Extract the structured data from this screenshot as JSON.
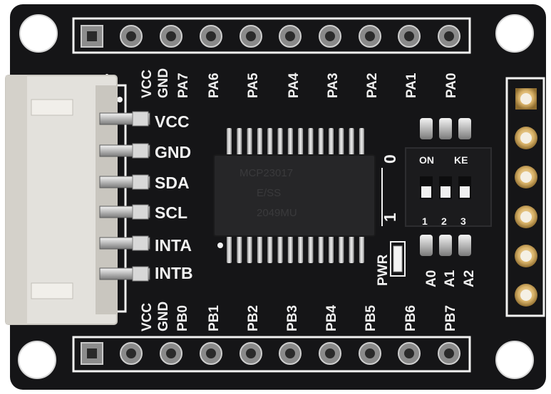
{
  "board": {
    "colors": {
      "board": "#151517",
      "silkscreen": "#f2f2f2",
      "gold": "#d9b36a",
      "connector": "#e3e1dc",
      "chip": "#262628"
    }
  },
  "top_header": {
    "labels": [
      "VCC",
      "GND",
      "PA7",
      "PA6",
      "PA5",
      "PA4",
      "PA3",
      "PA2",
      "PA1",
      "PA0"
    ]
  },
  "bottom_header": {
    "labels": [
      "VCC",
      "GND",
      "PB0",
      "PB1",
      "PB2",
      "PB3",
      "PB4",
      "PB5",
      "PB6",
      "PB7"
    ]
  },
  "connector": {
    "labels": [
      "VCC",
      "GND",
      "SDA",
      "SCL",
      "INTA",
      "INTB"
    ]
  },
  "dip_switch": {
    "top_labels": [
      "ON",
      "KE"
    ],
    "numbers": [
      "1",
      "2",
      "3"
    ],
    "state_0": "0",
    "state_1": "1"
  },
  "address_labels": [
    "A0",
    "A1",
    "A2"
  ],
  "pwr_label": "PWR",
  "chip_marking": {
    "line1": "MCP23017",
    "line2": "E/SS",
    "line3": "2049MU"
  }
}
